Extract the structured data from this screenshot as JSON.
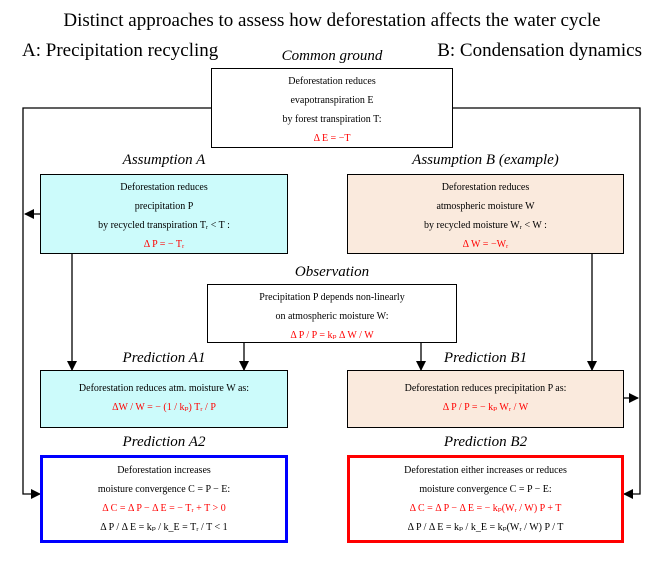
{
  "title": "Distinct approaches to assess how deforestation affects the water cycle",
  "header_a": "A: Precipitation recycling",
  "header_b": "B: Condensation dynamics",
  "common": {
    "label": "Common ground",
    "line1": "Deforestation reduces",
    "line2": "evapotranspiration E",
    "line3": "by forest transpiration T:",
    "formula": "Δ E = −T"
  },
  "assumption_a": {
    "label": "Assumption A",
    "line1": "Deforestation reduces",
    "line2": "precipitation P",
    "line3": "by recycled transpiration Tᵣ < T :",
    "formula": "Δ P = − Tᵣ"
  },
  "assumption_b": {
    "label": "Assumption B (example)",
    "line1": "Deforestation reduces",
    "line2": "atmospheric moisture W",
    "line3": "by recycled moisture Wᵣ < W :",
    "formula": "Δ W = −Wᵣ"
  },
  "observation": {
    "label": "Observation",
    "line1": "Precipitation P depends non-linearly",
    "line2": "on atmospheric moisture W:",
    "formula": "Δ P / P = kₚ Δ W / W"
  },
  "prediction_a1": {
    "label": "Prediction A1",
    "line1": "Deforestation reduces atm. moisture W as:",
    "formula": "ΔW / W = − (1 / kₚ) Tᵣ / P"
  },
  "prediction_b1": {
    "label": "Prediction B1",
    "line1": "Deforestation reduces precipitation P as:",
    "formula": "Δ P / P = − kₚ Wᵣ / W"
  },
  "prediction_a2": {
    "label": "Prediction A2",
    "line1": "Deforestation increases",
    "line2": "moisture convergence C = P − E:",
    "formula": "Δ C = Δ P − Δ E = − Tᵣ + T > 0",
    "line4": "Δ P / Δ E = kₚ / k_E = Tᵣ / T < 1"
  },
  "prediction_b2": {
    "label": "Prediction B2",
    "line1": "Deforestation either increases or reduces",
    "line2": "moisture convergence C = P − E:",
    "formula": "Δ C = Δ P − Δ E = − kₚ(Wᵣ / W) P + T",
    "line4": "Δ P / Δ E = kₚ / k_E = kₚ(Wᵣ / W) P / T"
  },
  "colors": {
    "cyan_fill": "#ccfbfb",
    "tan_fill": "#faeadd",
    "formula_red": "#ff0000",
    "a2_border": "#0000ff",
    "b2_border": "#ff0000"
  }
}
